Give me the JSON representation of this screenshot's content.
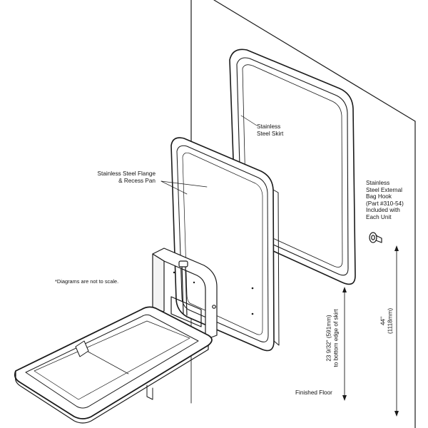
{
  "labels": {
    "skirt": [
      "Stainless",
      "Steel Skirt"
    ],
    "flange": [
      "Stainless Steel Flange",
      "& Recess Pan"
    ],
    "hook": [
      "Stainless",
      "Steel External",
      "Bag Hook",
      "(Part #310-54)",
      "Included with",
      "Each Unit"
    ],
    "note": "*Diagrams are not to scale.",
    "floor": "Finished Floor",
    "dim_skirt": [
      "23 9/32\" (591mm)",
      "to bottom edge of skirt"
    ],
    "dim_hook": [
      "44\"",
      "(1118mm)"
    ]
  }
}
